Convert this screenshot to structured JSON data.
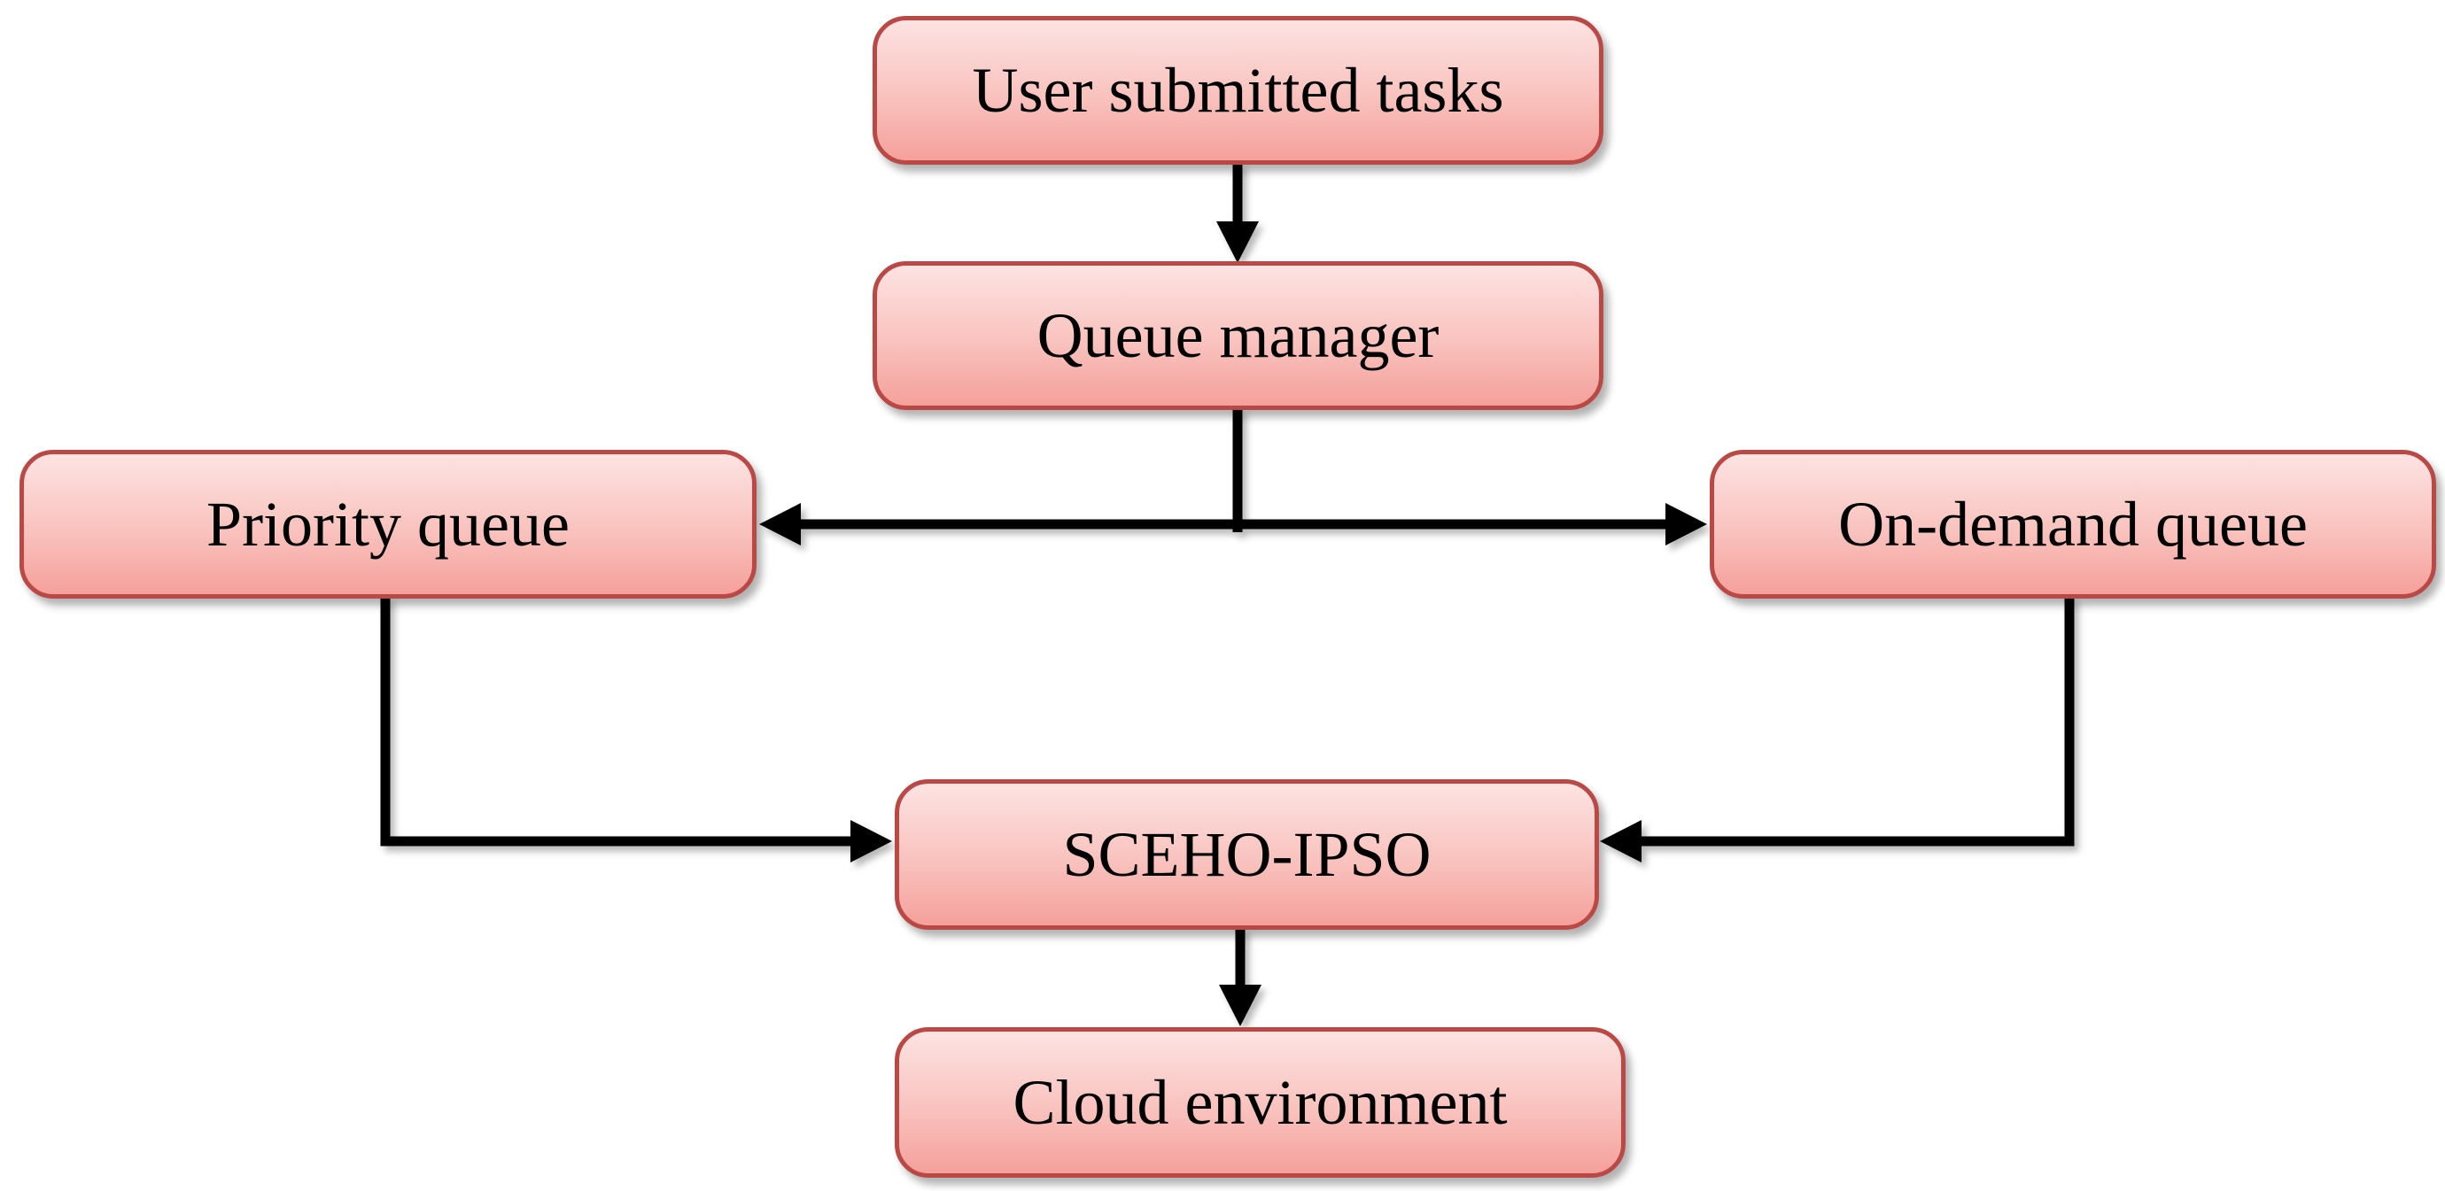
{
  "diagram": {
    "type": "flowchart",
    "background": "#ffffff",
    "colors": {
      "node_border": "#ba4946",
      "node_fill_top": "#fce3e2",
      "node_fill_mid": "#f9c2be",
      "node_fill_bottom": "#f5a09b",
      "arrow": "#000000",
      "text": "#000000"
    },
    "nodes": [
      {
        "id": "user-submitted-tasks",
        "label": "User submitted tasks"
      },
      {
        "id": "queue-manager",
        "label": "Queue manager"
      },
      {
        "id": "priority-queue",
        "label": "Priority queue"
      },
      {
        "id": "on-demand-queue",
        "label": "On-demand queue"
      },
      {
        "id": "sceho-ipso",
        "label": "SCEHO-IPSO"
      },
      {
        "id": "cloud-environment",
        "label": "Cloud environment"
      }
    ],
    "edges": [
      {
        "from": "user-submitted-tasks",
        "to": "queue-manager",
        "style": "straight-down-arrow"
      },
      {
        "from": "queue-manager",
        "to": "priority-queue",
        "style": "t-split-left-arrow"
      },
      {
        "from": "queue-manager",
        "to": "on-demand-queue",
        "style": "t-split-right-arrow"
      },
      {
        "from": "priority-queue",
        "to": "sceho-ipso",
        "style": "elbow-down-right-arrow"
      },
      {
        "from": "on-demand-queue",
        "to": "sceho-ipso",
        "style": "elbow-down-left-arrow"
      },
      {
        "from": "sceho-ipso",
        "to": "cloud-environment",
        "style": "straight-down-arrow"
      }
    ]
  }
}
